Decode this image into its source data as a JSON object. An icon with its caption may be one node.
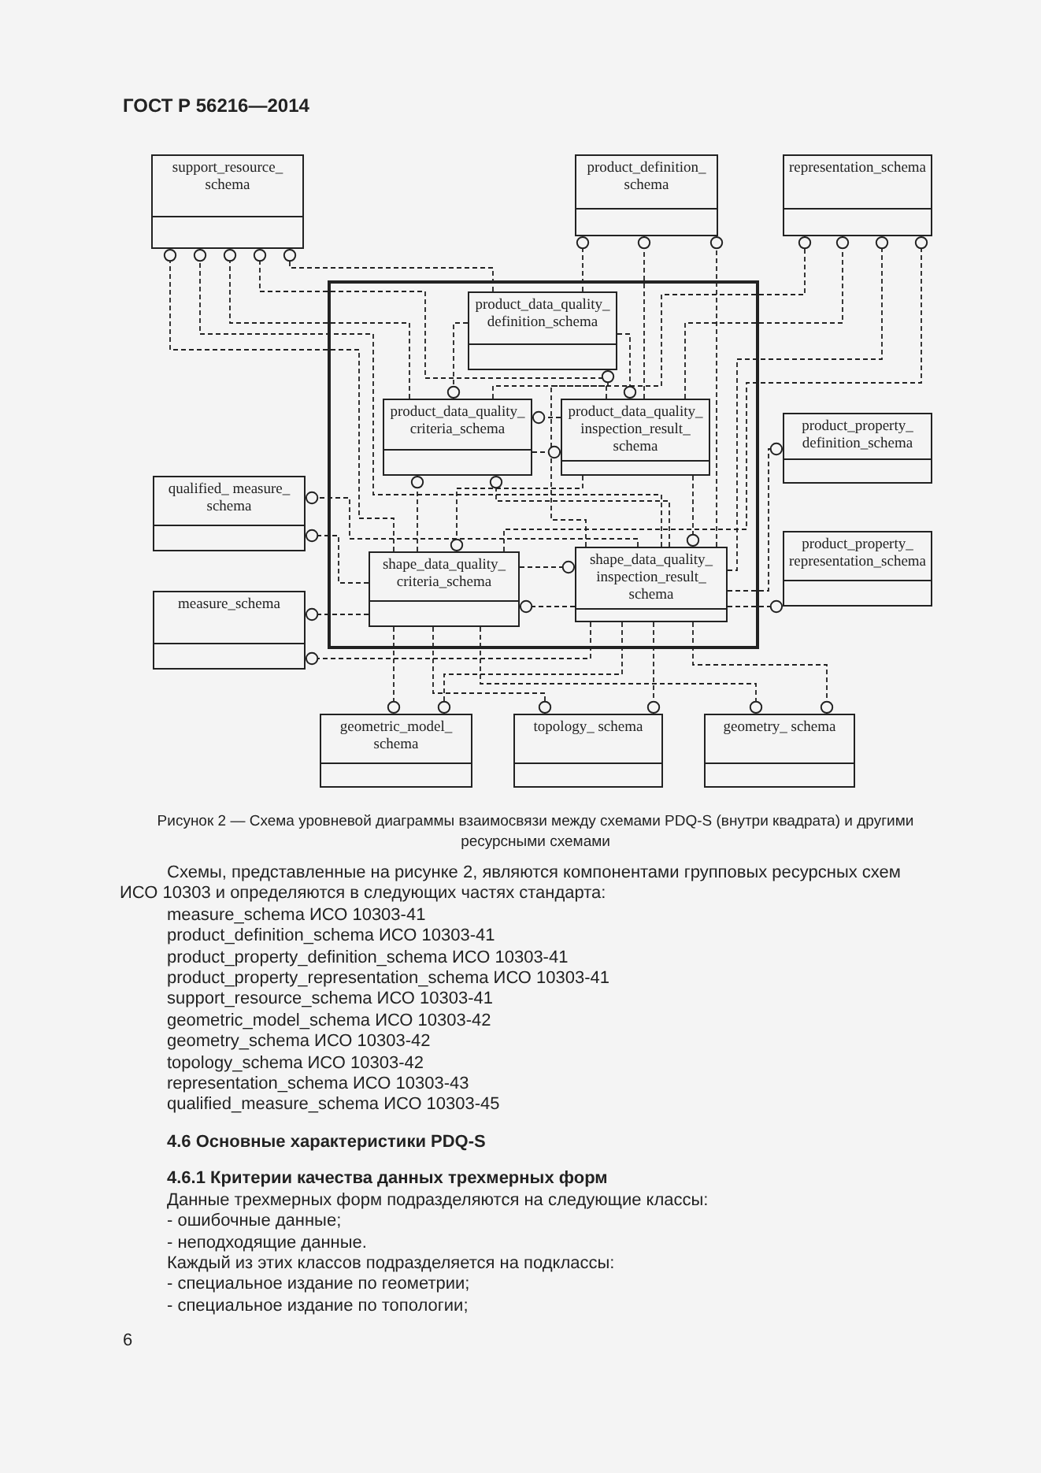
{
  "diagram": {
    "caption": "Рисунок 2 — Схема уровневой диаграммы взаимосвязи между схемами PDQ-S (внутри квадрата) и другими ресурсными схемами",
    "nodes": [
      {
        "text": [
          "support_resource_ schema"
        ]
      },
      {
        "text": [
          "product_definition_ schema"
        ]
      },
      {
        "text": [
          "representation_schema"
        ]
      },
      {
        "text": [],
        "shape": "box"
      },
      {
        "text": [
          "product_data_quality_ definition_schema"
        ],
        "in": 3
      },
      {
        "text": [
          "product_data_quality_ criteria_schema"
        ],
        "in": 3
      },
      {
        "text": [
          "product_data_quality_ inspection_result_ schema"
        ],
        "in": 3
      },
      {
        "text": [
          "product_property_ definition_schema"
        ]
      },
      {
        "text": [
          "qualified_ measure_ schema"
        ]
      },
      {
        "text": [
          "shape_data_quality_ criteria_schema"
        ],
        "in": 3
      },
      {
        "text": [
          "shape_data_quality_ inspection_result_ schema"
        ],
        "in": 3
      },
      {
        "text": [
          "product_property_ representation_schema"
        ]
      },
      {
        "text": [
          "measure_schema"
        ]
      },
      {
        "text": [
          "geometric_model_ schema"
        ]
      },
      {
        "text": [
          "topology_ schema"
        ]
      },
      {
        "text": [
          "geometry_ schema"
        ]
      }
    ],
    "edges": [
      {
        "from": 9,
        "to": 0,
        "arrow": "other",
        "style": "dashed"
      },
      {
        "from": 10,
        "to": 0,
        "arrow": "other",
        "style": "dashed"
      },
      {
        "from": 5,
        "to": 0,
        "arrow": "other",
        "style": "dashed"
      },
      {
        "from": 6,
        "to": 0,
        "arrow": "other",
        "style": "dashed"
      },
      {
        "from": 4,
        "to": 0,
        "arrow": "other",
        "style": "dashed"
      },
      {
        "from": 4,
        "to": 1,
        "arrow": "other",
        "style": "dashed"
      },
      {
        "from": 6,
        "to": 1,
        "arrow": "other",
        "style": "dashed"
      },
      {
        "from": 10,
        "to": 1,
        "arrow": "other",
        "style": "dashed"
      },
      {
        "from": 5,
        "to": 2,
        "arrow": "other",
        "style": "dashed"
      },
      {
        "from": 6,
        "to": 2,
        "arrow": "other",
        "style": "dashed"
      },
      {
        "from": 10,
        "to": 2,
        "arrow": "other",
        "style": "dashed"
      },
      {
        "from": 9,
        "to": 2,
        "arrow": "other",
        "style": "dashed"
      },
      {
        "from": 4,
        "to": 5,
        "arrow": "other",
        "style": "dashed"
      },
      {
        "from": 4,
        "to": 6,
        "arrow": "other",
        "style": "dashed"
      },
      {
        "from": 10,
        "to": 4,
        "arrow": "other",
        "style": "dashed"
      },
      {
        "from": 6,
        "to": 5,
        "arrow": "other",
        "style": "dashed"
      },
      {
        "from": 5,
        "to": 6,
        "arrow": "other",
        "style": "dashed"
      },
      {
        "from": 10,
        "to": 7,
        "arrow": "other",
        "style": "dashed"
      },
      {
        "from": 10,
        "to": 8,
        "arrow": "other",
        "style": "dashed"
      },
      {
        "from": 9,
        "to": 8,
        "arrow": "other",
        "style": "dashed"
      },
      {
        "from": 9,
        "to": 5,
        "arrow": "other",
        "style": "dashed"
      },
      {
        "from": 10,
        "to": 5,
        "arrow": "other",
        "style": "dashed"
      },
      {
        "from": 9,
        "to": 6,
        "arrow": "other",
        "style": "dashed"
      },
      {
        "from": 10,
        "to": 6,
        "arrow": "other",
        "style": "dashed"
      },
      {
        "from": 9,
        "to": 10,
        "arrow": "other",
        "style": "dashed"
      },
      {
        "from": 10,
        "to": 9,
        "arrow": "other",
        "style": "dashed"
      },
      {
        "from": 10,
        "to": 11,
        "arrow": "other",
        "style": "dashed"
      },
      {
        "from": 9,
        "to": 12,
        "arrow": "other",
        "style": "dashed"
      },
      {
        "from": 10,
        "to": 12,
        "arrow": "other",
        "style": "dashed"
      },
      {
        "from": 9,
        "to": 13,
        "arrow": "other",
        "style": "dashed"
      },
      {
        "from": 10,
        "to": 13,
        "arrow": "other",
        "style": "dashed"
      },
      {
        "from": 9,
        "to": 14,
        "arrow": "other",
        "style": "dashed"
      },
      {
        "from": 10,
        "to": 14,
        "arrow": "other",
        "style": "dashed"
      },
      {
        "from": 9,
        "to": 15,
        "arrow": "other",
        "style": "dashed"
      },
      {
        "from": 10,
        "to": 15,
        "arrow": "other",
        "style": "dashed"
      }
    ],
    "labels": [
      "ГОСТ Р 56216—2014",
      "Схемы, представленные на рисунке 2, являются компонентами групповых ресурсных схем ИСО 10303 и определяются в следующих частях стандарта:",
      "measure_schema ИСО 10303-41",
      "product_definition_schema ИСО 10303-41",
      "product_property_definition_schema ИСО 10303-41",
      "product_property_representation_schema ИСО 10303-41",
      "support_resource_schema ИСО 10303-41",
      "geometric_model_schema ИСО 10303-42",
      "geometry_schema ИСО 10303-42",
      "topology_schema ИСО 10303-42",
      "representation_schema ИСО 10303-43",
      "qualified_measure_schema ИСО 10303-45",
      "4.6 Основные характеристики PDQ-S",
      "4.6.1 Критерии качества данных трехмерных форм",
      "Данные трехмерных форм подразделяются на следующие классы:",
      "- ошибочные данные;",
      "- неподходящие данные.",
      "Каждый из этих классов подразделяется на подклассы:",
      "- специальное издание по геометрии;",
      "- специальное издание по топологии;",
      "6"
    ]
  }
}
